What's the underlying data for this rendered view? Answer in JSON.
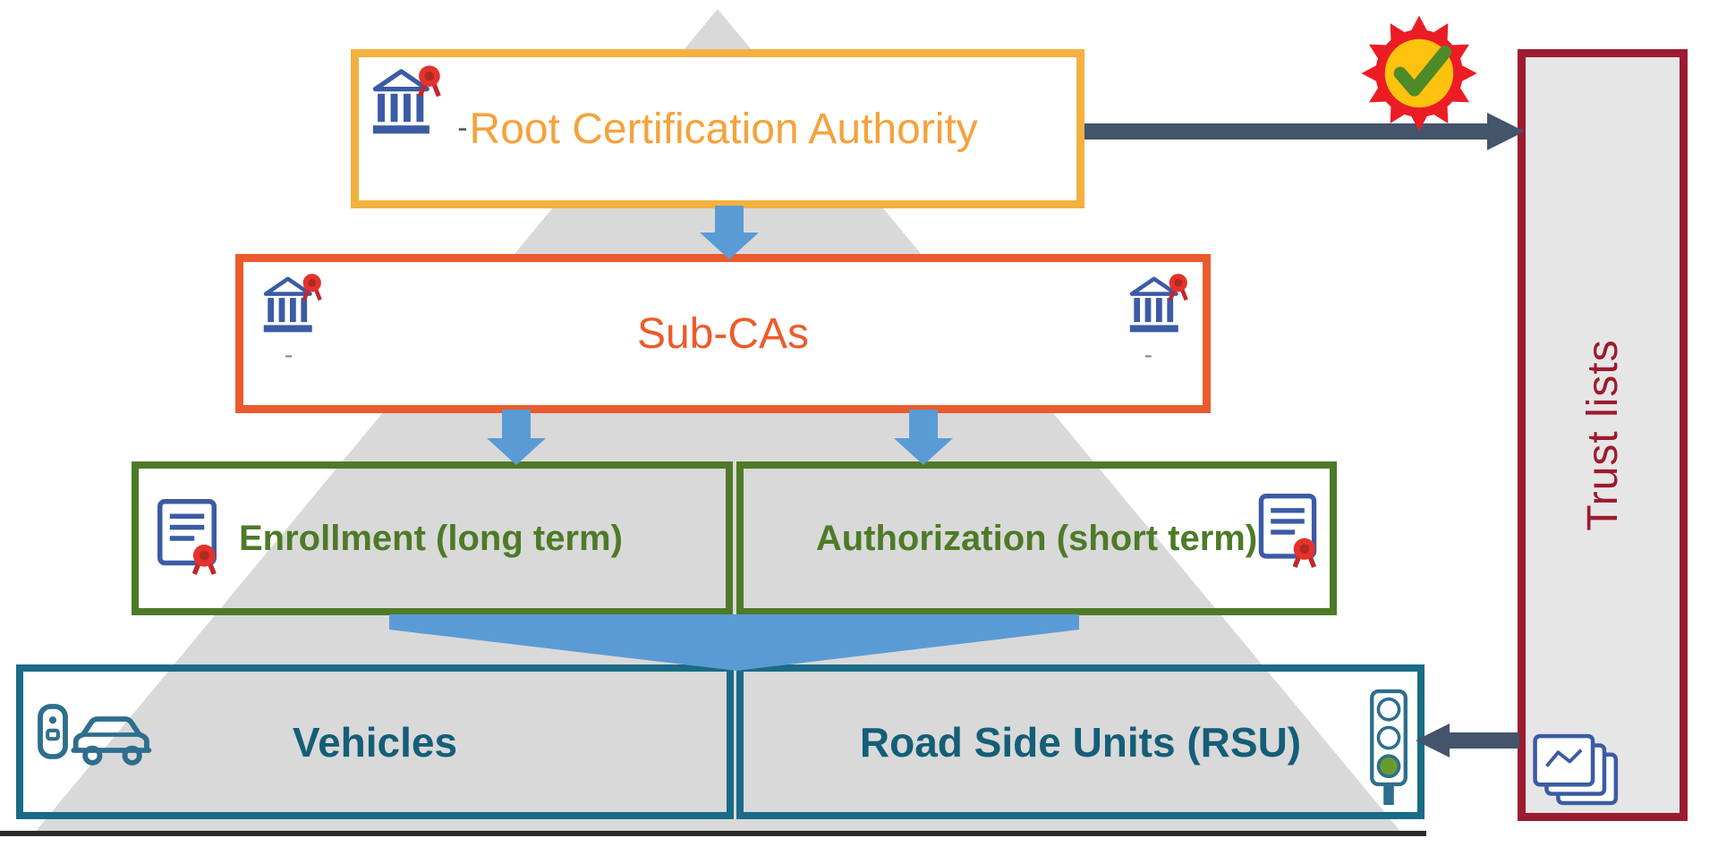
{
  "title": "PKI trust hierarchy for vehicles and road side units",
  "nodes": {
    "root_ca": {
      "dash": "-",
      "label": "Root Certification Authority",
      "icon": "bank-certified-icon"
    },
    "sub_cas": {
      "label": "Sub-CAs",
      "dash_left": "-",
      "dash_right": "-",
      "icon_left": "bank-certified-icon",
      "icon_right": "bank-certified-icon"
    },
    "enrollment": {
      "label": "Enrollment (long term)",
      "icon": "certificate-seal-icon"
    },
    "authorization": {
      "label": "Authorization (short term)",
      "icon": "certificate-seal-icon"
    },
    "vehicles": {
      "label": "Vehicles",
      "icon": "vehicle-key-icon"
    },
    "rsu": {
      "label": "Road Side Units (RSU)",
      "icon": "traffic-light-icon"
    },
    "trust_lists": {
      "label": "Trust lists",
      "icon": "certificate-stack-icon"
    }
  },
  "connections": [
    {
      "from": "root_ca",
      "to": "sub_cas",
      "style": "blue-down-arrow"
    },
    {
      "from": "sub_cas",
      "to": "enrollment",
      "style": "blue-down-arrow"
    },
    {
      "from": "sub_cas",
      "to": "authorization",
      "style": "blue-down-arrow"
    },
    {
      "from": "enrollment+authorization",
      "to": "vehicles+rsu",
      "style": "blue-funnel-arrow"
    },
    {
      "from": "root_ca",
      "to": "trust_lists",
      "style": "slate-right-arrow",
      "badge": "approved-seal-icon"
    },
    {
      "from": "trust_lists",
      "to": "rsu",
      "style": "slate-left-arrow"
    }
  ],
  "colors": {
    "root_border": "#F3B13F",
    "root_text": "#F5A23B",
    "sub_border": "#EA5B2D",
    "sub_text": "#ED5B2B",
    "cert_border": "#4E7A28",
    "cert_text": "#4E7A28",
    "device_border": "#1A6B86",
    "device_text": "#155E78",
    "trust_border": "#9C1B30",
    "trust_text": "#9C1B30",
    "trust_fill": "#E7E6E6",
    "pyramid_fill": "#D9D9D9",
    "blue_arrow": "#5B9BD5",
    "slate_arrow": "#44546A",
    "icon_blue": "#3B5BA5",
    "seal_red": "#E3332C",
    "badge_red": "#EC1C24",
    "badge_yellow": "#FFC20E",
    "check_green": "#4E8A28"
  }
}
